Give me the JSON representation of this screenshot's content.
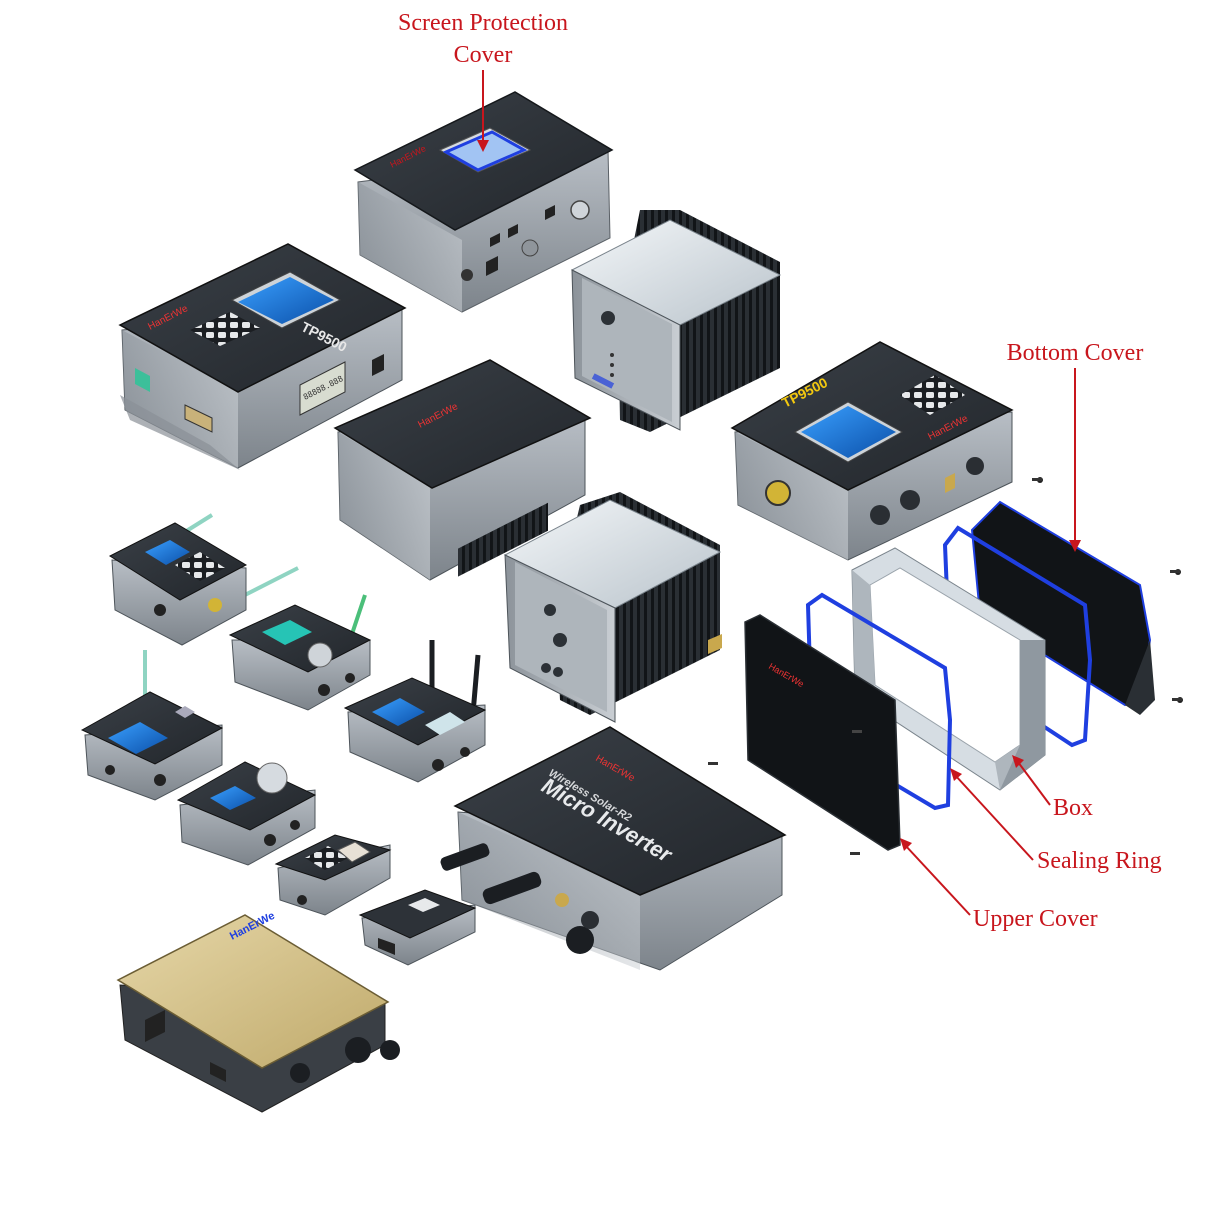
{
  "colors": {
    "callout": "#c8161d",
    "top_panel": "#2d3238",
    "side_panel": "#9aa0a7",
    "heatsink": "#1e2226",
    "blue_outline": "#1f3fe0",
    "gold_top": "#d8c690",
    "screen": "#1a7fd6"
  },
  "callouts": {
    "screen_protection_line1": "Screen Protection",
    "screen_protection_line2": "Cover",
    "bottom_cover": "Bottom Cover",
    "box": "Box",
    "sealing_ring": "Sealing Ring",
    "upper_cover": "Upper Cover"
  },
  "device_labels": {
    "tp9500_a": "TP9500",
    "tp9500_b": "TP9500",
    "lcd_readout": "88888.888",
    "inverter_line1": "Wireless Solar-R2",
    "inverter_line2": "Micro Inverter"
  }
}
